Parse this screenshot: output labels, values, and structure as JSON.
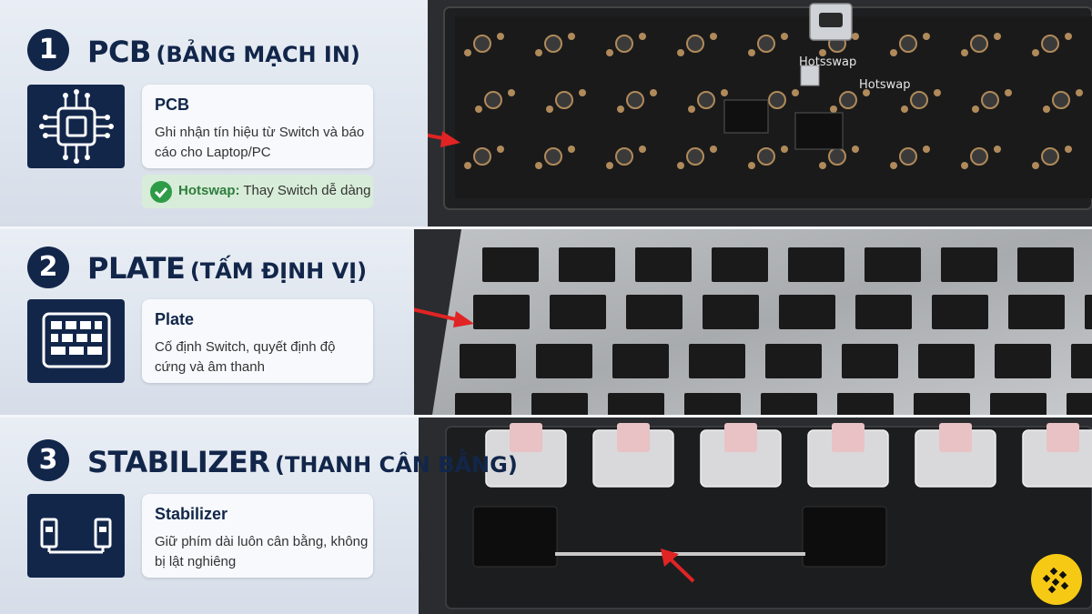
{
  "sections": [
    {
      "number": "1",
      "title_main": "PCB",
      "title_sub": "(BẢNG MẠCH IN)",
      "card_title": "PCB",
      "card_desc": "Ghi nhận tín hiệu từ Switch và báo cáo cho Laptop/PC",
      "badge_label": "Hotswap:",
      "badge_text": " Thay Switch dễ dàng",
      "photo_labels": [
        "Hotsswap",
        "Hotswap"
      ],
      "icon": "chip-icon"
    },
    {
      "number": "2",
      "title_main": "PLATE",
      "title_sub": "(TẤM ĐỊNH VỊ)",
      "card_title": "Plate",
      "card_desc": "Cố định Switch, quyết định độ cứng và âm thanh",
      "icon": "keyboard-plate-icon"
    },
    {
      "number": "3",
      "title_main": "STABILIZER",
      "title_sub": "(THANH CÂN BẰNG)",
      "card_title": "Stabilizer",
      "card_desc": "Giữ phím dài luôn cân bằng, không bị lật nghiêng",
      "icon": "stabilizer-icon"
    }
  ],
  "colors": {
    "navy": "#12264a",
    "badge_bg": "#d8edd9",
    "check_green": "#2e9b47",
    "arrow_red": "#e02424",
    "logo_yellow": "#f6c915",
    "switch_pink": "#e8c2c4"
  }
}
